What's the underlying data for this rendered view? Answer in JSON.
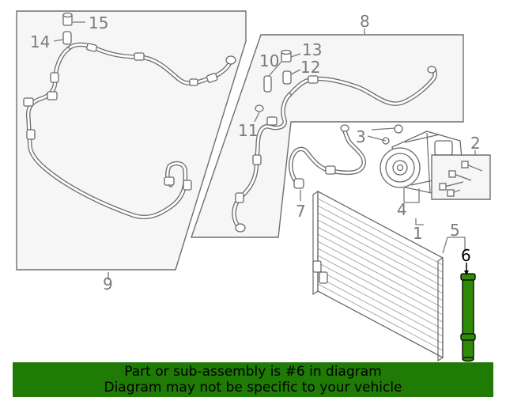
{
  "callouts": {
    "c1": "1",
    "c2": "2",
    "c3": "3",
    "c4": "4",
    "c5": "5",
    "c6": "6",
    "c7": "7",
    "c8": "8",
    "c9": "9",
    "c10": "10",
    "c11": "11",
    "c12": "12",
    "c13": "13",
    "c14": "14",
    "c15": "15"
  },
  "highlight": {
    "part_number": "6",
    "color": "#1f7a06"
  },
  "banner": {
    "line1": "Part or sub-assembly is #6 in diagram",
    "line2": "Diagram may not be specific to your vehicle",
    "background": "#1f7a06"
  }
}
